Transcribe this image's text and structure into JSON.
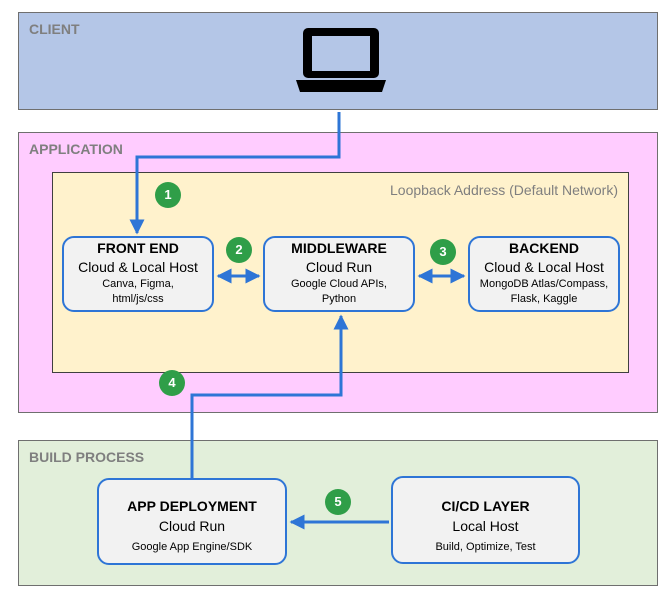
{
  "layers": {
    "client": "CLIENT",
    "application": "APPLICATION",
    "build": "BUILD PROCESS"
  },
  "loopback": "Loopback Address (Default Network)",
  "nodes": {
    "front_end": {
      "title": "FRONT END",
      "host": "Cloud & Local Host",
      "tools": [
        "Canva, Figma,",
        "html/js/css"
      ]
    },
    "middleware": {
      "title": "MIDDLEWARE",
      "host": "Cloud Run",
      "tools": [
        "Google Cloud APIs,",
        "Python"
      ]
    },
    "backend": {
      "title": "BACKEND",
      "host": "Cloud & Local Host",
      "tools": [
        "MongoDB Atlas/Compass,",
        "Flask, Kaggle"
      ]
    },
    "app_deployment": {
      "title": "APP DEPLOYMENT",
      "host": "Cloud Run",
      "tools": [
        "Google App Engine/SDK"
      ]
    },
    "cicd": {
      "title": "CI/CD LAYER",
      "host": "Local Host",
      "tools": [
        "Build, Optimize, Test"
      ]
    }
  },
  "steps": [
    "1",
    "2",
    "3",
    "4",
    "5"
  ],
  "colors": {
    "client": "#b4c6e7",
    "application": "#ffccff",
    "loopback": "#fff2cc",
    "build": "#e2efda",
    "wire": "#2e75d6",
    "badge": "#2f9e48"
  },
  "icons": {
    "client_device": "laptop-icon"
  }
}
